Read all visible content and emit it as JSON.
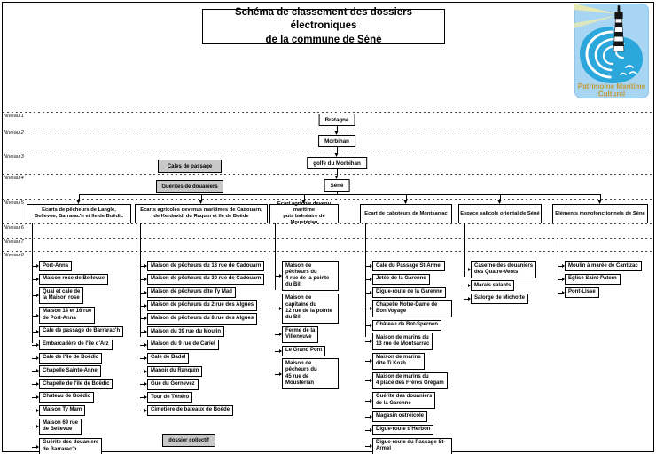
{
  "page": {
    "title": "Schéma de classement des dossiers électroniques\nde la commune de Séné"
  },
  "logo": {
    "line1": "Patrimoine Maritime",
    "line2": "Culturel",
    "bg_color": "#a8d6f2",
    "wave_color": "#2ba7dc",
    "text_color": "#c39a38"
  },
  "levels": [
    {
      "label": "Niveau 1"
    },
    {
      "label": "Niveau 2"
    },
    {
      "label": "Niveau 3"
    },
    {
      "label": "Niveau 4"
    },
    {
      "label": "Niveau 5"
    },
    {
      "label": "Niveau 6"
    },
    {
      "label": "Niveau 7"
    },
    {
      "label": "Niveau 8"
    }
  ],
  "root_chain": [
    {
      "label": "Bretagne"
    },
    {
      "label": "Morbihan"
    },
    {
      "label": "golfe du Morbihan"
    },
    {
      "label": "Séné"
    }
  ],
  "side_boxes": [
    {
      "label": "Cales de passage"
    },
    {
      "label": "Guérites de douaniers"
    }
  ],
  "collective_box": {
    "label": "dossier collectif"
  },
  "columns": [
    {
      "header": "Ecarts de pêcheurs de Langle,\nBellevue, Barrarac'h et île de Boëdic",
      "items": [
        "Port-Anna",
        "Maison rose de Bellevue",
        "Quai et cale de\nla Maison rose",
        "Maison 14 et 16 rue\nde Port-Anna",
        "Cale de passage de Barrarac'h",
        "Embarcadère de l'île d'Arz",
        "Cale de l'île de Boëdic",
        "Chapelle Sainte-Anne",
        "Chapelle de l'île de Boëdic",
        "Château de Boëdic",
        "Maison Ty Mam",
        "Maison 69 rue\nde Bellevue",
        "Guérite des douaniers\nde Barrarac'h"
      ]
    },
    {
      "header": "Ecarts agricoles devenus maritimes de Cadouarn,\nde Kerdavid, du Raquin et île de Boëde",
      "items": [
        "Maison de pêcheurs du 18 rue de Cadouarn",
        "Maison de pêcheurs du 30 rue de Cadouarn",
        "Maison de pêcheurs dite Ty Mad",
        "Maison de pêcheurs du 2 rue des Algues",
        "Maison de pêcheurs du 8 rue des Algues",
        "Maison du 39 rue du Moulin",
        "Maison du 9 rue de Cariel",
        "Cale de Badel",
        "Manoir du Ranquin",
        "Gué du Gornevez",
        "Tour de Ténéro",
        "Cimetière de bateaux de Boëde"
      ]
    },
    {
      "header": "Ecart agricole devenu maritime\npuis balnéaire de Moustérian",
      "items": [
        "Maison de pêcheurs du\n4 rue de la pointe du Bill",
        "Maison de capitaine du\n12 rue de la pointe du Bill",
        "Ferme de la\nVilleneuve",
        "Le Grand Pont",
        "Maison de pêcheurs du\n45 rue de Moustérian"
      ]
    },
    {
      "header": "Ecart de caboteurs de Montsarrac",
      "items": [
        "Cale du Passage St-Armel",
        "Jetée de la Garenne",
        "Digue-route de la Garenne",
        "Chapelle Notre-Dame de Bon Voyage",
        "Château de Bot-Spernen",
        "Maison de marins du\n13 rue de Montsarrac",
        "Maison de marins\ndite Ti Kozh",
        "Maison de marins du\n4 place des Frères Grégam",
        "Guérite des douaniers\nde la Garenne",
        "Magasin ostréicole",
        "Digue-route d'Herbon",
        "Digue-route du Passage St-Armel"
      ]
    },
    {
      "header": "Espace salicole oriental de Séné",
      "items": [
        "Caserne des douaniers\ndes Quatre-Vents",
        "Marais salants",
        "Salorge de Michotte"
      ]
    },
    {
      "header": "Eléments monofonctionnels de Séné",
      "items": [
        "Moulin à marée de Cantizac",
        "Eglise Saint-Patern",
        "Pont-Lisse"
      ]
    }
  ]
}
